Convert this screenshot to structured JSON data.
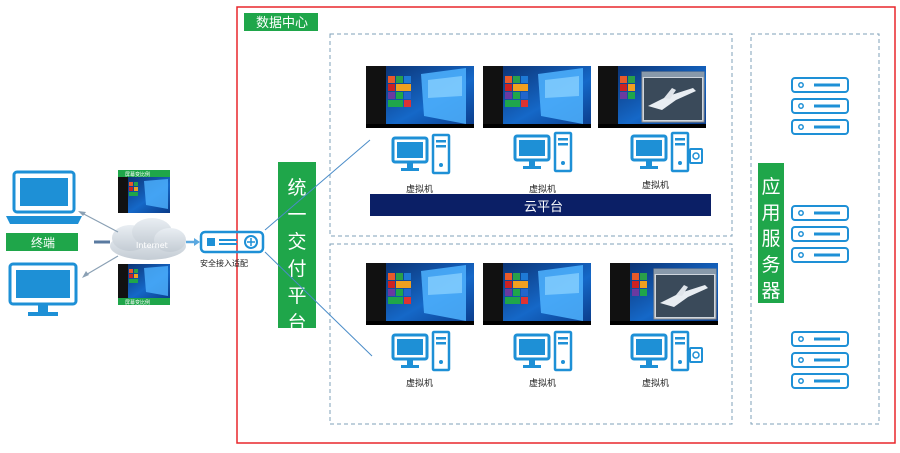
{
  "datacenter": {
    "title": "数据中心",
    "border_color": "#e8262b",
    "tag_color": "#1fa64a"
  },
  "terminal": {
    "label": "终端",
    "screen_text_top": "屏幕变比例",
    "screen_text_bottom": "屏幕变比例"
  },
  "internet": {
    "label": "Internet"
  },
  "gateway": {
    "label": "安全接入适配"
  },
  "delivery_platform": {
    "label": "统一交付平台"
  },
  "cloud_platform": {
    "label": "云平台",
    "color": "#0b1f66"
  },
  "vm_label": "虚拟机",
  "app_servers": {
    "label": "应用服务器"
  },
  "colors": {
    "icon_blue": "#1e90d6",
    "green": "#1fa64a",
    "dash": "#7fa0b8"
  }
}
